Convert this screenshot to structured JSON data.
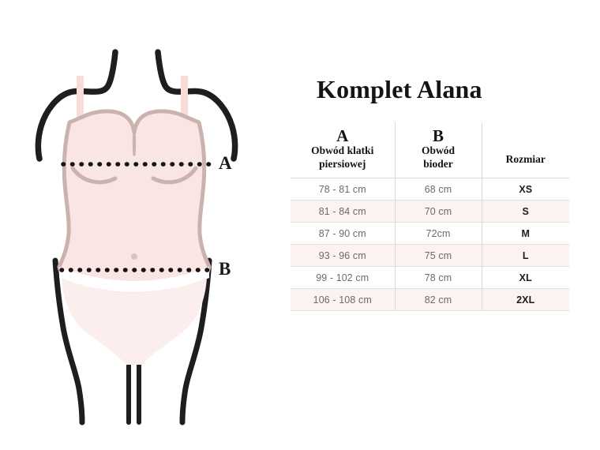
{
  "title": "Komplet Alana",
  "figure": {
    "alt": "lingerie-bodysuit-measurement-diagram",
    "measure_labels": {
      "bust": "A",
      "hips": "B"
    },
    "colors": {
      "skin_fill": "#f9e5e3",
      "garment_fill": "#fbeeec",
      "outline": "#cbb2ad",
      "strap": "#f7dcd9",
      "dark_line": "#1e1e1e",
      "dot": "#141414",
      "navel": "#d9c3be"
    }
  },
  "table": {
    "headers": {
      "col_a_letter": "A",
      "col_a_text": "Obwód klatki\npiersiowej",
      "col_a_line1": "Obwód klatki",
      "col_a_line2": "piersiowej",
      "col_b_letter": "B",
      "col_b_line1": "Obwód",
      "col_b_line2": "bioder",
      "col_c": "Rozmiar"
    },
    "rows": [
      {
        "chest": "78 - 81 cm",
        "hips": "68 cm",
        "size": "XS"
      },
      {
        "chest": "81 - 84 cm",
        "hips": "70 cm",
        "size": "S"
      },
      {
        "chest": "87 - 90 cm",
        "hips": "72cm",
        "size": "M"
      },
      {
        "chest": "93 - 96 cm",
        "hips": "75 cm",
        "size": "L"
      },
      {
        "chest": "99 - 102 cm",
        "hips": "78 cm",
        "size": "XL"
      },
      {
        "chest": "106 - 108 cm",
        "hips": "82 cm",
        "size": "2XL"
      }
    ],
    "row_stripe_color": "#fbf2f1",
    "border_color": "#e4dedc"
  }
}
